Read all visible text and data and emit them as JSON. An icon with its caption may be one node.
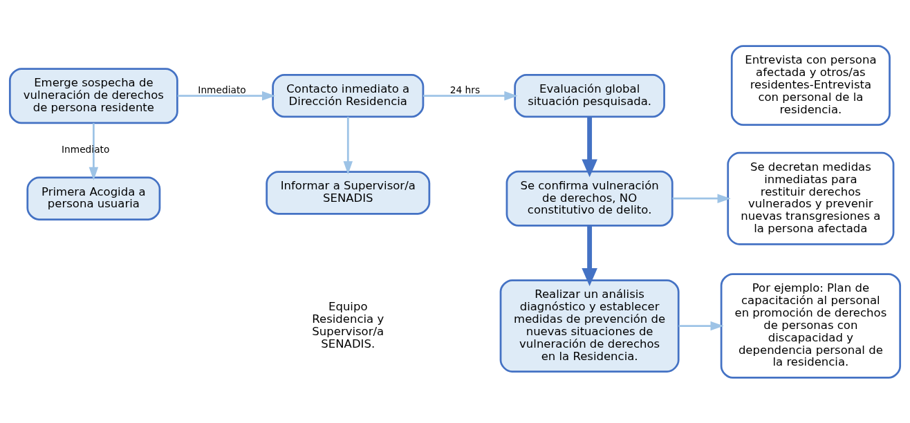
{
  "diagram": {
    "nodes": [
      {
        "text": [
          "Emerge sospecha de vulneración de derechos de persona residente"
        ]
      },
      {
        "text": [
          "Contacto inmediato a Dirección Residencia"
        ]
      },
      {
        "text": [
          "Primera Acogida a persona usuaria"
        ]
      },
      {
        "text": [
          "Informar a Supervisor/a SENADIS"
        ]
      },
      {
        "text": [
          "Evaluación global situación pesquisada."
        ]
      },
      {
        "text": [
          "Entrevista con persona afectada y otros/as residentes-Entrevista con personal de la residencia."
        ]
      },
      {
        "text": [
          "Se confirma vulneración de derechos, NO constitutivo de delito."
        ]
      },
      {
        "text": [
          "Se decretan medidas inmediatas para restituir derechos vulnerados y prevenir nuevas transgresiones a la persona afectada"
        ]
      },
      {
        "text": [
          "Realizar un análisis diagnóstico y establecer medidas de prevención de nuevas situaciones de vulneración de derechos en la Residencia."
        ]
      },
      {
        "text": [
          "Por ejemplo: Plan de capacitación al personal en promoción de derechos de personas con discapacidad y dependencia personal de la residencia."
        ]
      }
    ],
    "edges": [
      {
        "from": 0,
        "to": 1,
        "arrow": "to",
        "label": "Inmediato"
      },
      {
        "from": 0,
        "to": 2,
        "arrow": "to",
        "label": "Inmediato"
      },
      {
        "from": 1,
        "to": 3,
        "arrow": "to"
      },
      {
        "from": 1,
        "to": 4,
        "arrow": "to",
        "label": "24 hrs"
      },
      {
        "from": 4,
        "to": 6,
        "arrow": "to",
        "style": "thick",
        "color": "#4472c4"
      },
      {
        "from": 6,
        "to": 7,
        "arrow": "to"
      },
      {
        "from": 6,
        "to": 8,
        "arrow": "to",
        "style": "thick",
        "color": "#4472c4"
      },
      {
        "from": 8,
        "to": 9,
        "arrow": "to"
      }
    ],
    "labels": [
      "Equipo Residencia y Supervisor/a SENADIS."
    ]
  }
}
